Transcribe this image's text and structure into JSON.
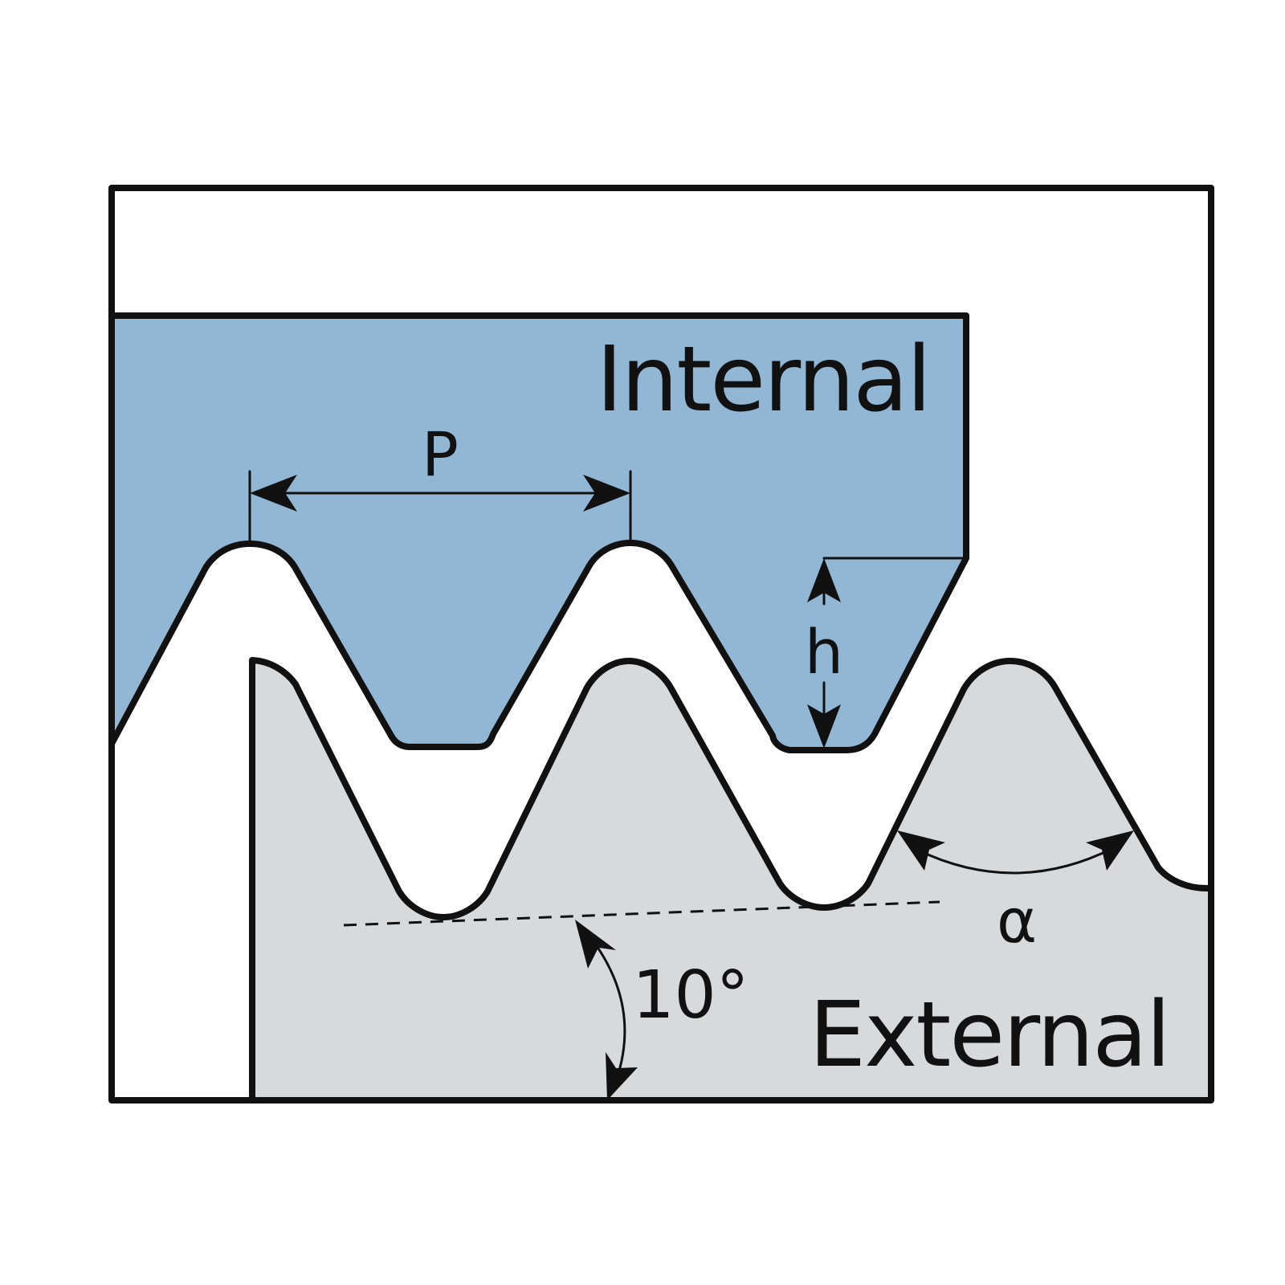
{
  "labels": {
    "internal": "Internal",
    "external": "External",
    "pitch": "P",
    "height": "h",
    "flank_angle": "α",
    "lean_angle": "10°"
  },
  "colors": {
    "internal_fill": "#91b7d5",
    "external_fill": "#d8d9db",
    "outline": "#111111",
    "background": "#ffffff"
  }
}
